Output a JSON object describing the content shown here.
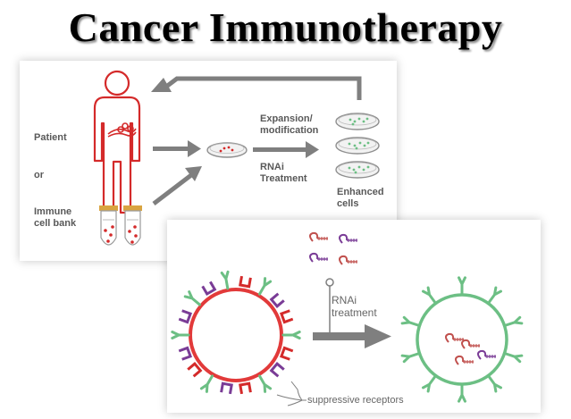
{
  "title": "Cancer Immunotherapy",
  "top_panel": {
    "patient_label": "Patient",
    "or_label": "or",
    "immune_label_line1": "Immune",
    "immune_label_line2": "cell bank",
    "expansion_line1": "Expansion/",
    "expansion_line2": "modification",
    "rnai_line1": "RNAi",
    "rnai_line2": "Treatment",
    "enhanced_line1": "Enhanced",
    "enhanced_line2": "cells"
  },
  "bottom_panel": {
    "rnai_label": "RNAi",
    "treatment_label": "treatment",
    "suppressive_label": "suppressive receptors"
  },
  "colors": {
    "body_outline": "#d42a2a",
    "arrow_gray": "#7f7f7f",
    "cell_green": "#6cbf84",
    "cell_red": "#e23a3a",
    "receptor_purple": "#7a3c96",
    "rnai_molecule_red": "#c0504d",
    "rnai_molecule_purple": "#7a3c96"
  }
}
